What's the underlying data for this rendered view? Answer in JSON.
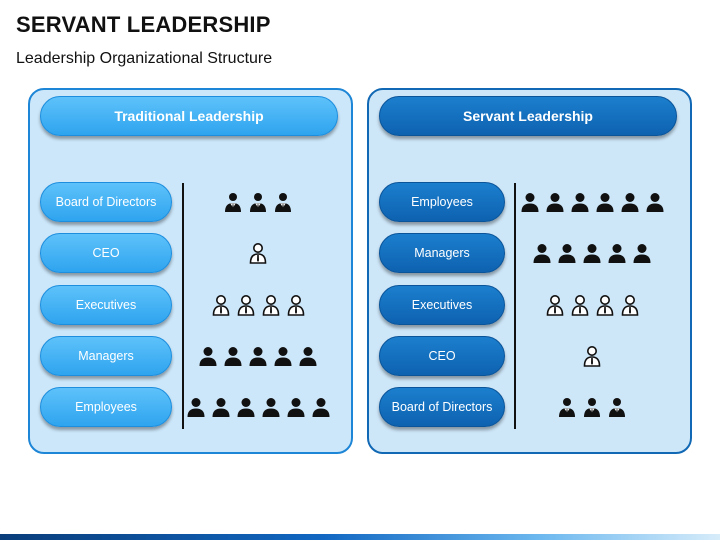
{
  "title": "SERVANT LEADERSHIP",
  "subtitle": "Leadership Organizational Structure",
  "panels": [
    {
      "id": "trad",
      "header": "Traditional Leadership",
      "rows": [
        {
          "label": "Board of Directors",
          "icon": "businessman-icon",
          "count": 3
        },
        {
          "label": "CEO",
          "icon": "businessman-outline-icon",
          "count": 1
        },
        {
          "label": "Executives",
          "icon": "businessman-outline-icon",
          "count": 4
        },
        {
          "label": "Managers",
          "icon": "person-silhouette-icon",
          "count": 5
        },
        {
          "label": "Employees",
          "icon": "person-silhouette-icon",
          "count": 6
        }
      ]
    },
    {
      "id": "serv",
      "header": "Servant Leadership",
      "rows": [
        {
          "label": "Employees",
          "icon": "person-silhouette-icon",
          "count": 6
        },
        {
          "label": "Managers",
          "icon": "person-silhouette-icon",
          "count": 5
        },
        {
          "label": "Executives",
          "icon": "businessman-outline-icon",
          "count": 4
        },
        {
          "label": "CEO",
          "icon": "businessman-outline-icon",
          "count": 1
        },
        {
          "label": "Board of Directors",
          "icon": "businessman-icon",
          "count": 3
        }
      ]
    }
  ],
  "colors": {
    "traditional_fill": "#2ea4ef",
    "servant_fill": "#0e62b0",
    "panel_background": "#cce7fa",
    "icon": "#111111"
  }
}
